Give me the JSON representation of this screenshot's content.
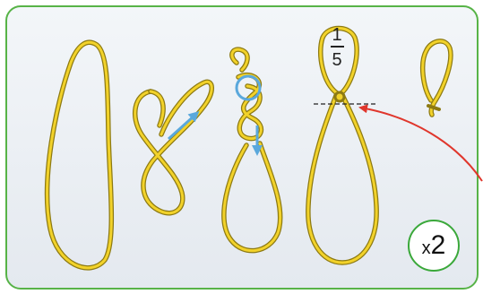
{
  "fraction": {
    "numerator": "1",
    "denominator": "5"
  },
  "multiplier": {
    "prefix": "x",
    "value": "2"
  },
  "colors": {
    "panel_fill": "#e9eef4",
    "panel_border": "#57b347",
    "cord": "#f2d22a",
    "cord_outline": "#8d7a12",
    "direction_arrow": "#5aa8dc",
    "pointer_arrow": "#e0362c",
    "badge_border": "#3aa83a"
  },
  "steps": [
    {
      "icon": "long-loop-icon"
    },
    {
      "icon": "figure-eight-turn-icon"
    },
    {
      "icon": "figure-eight-knot-icon"
    },
    {
      "icon": "tightened-loop-icon"
    },
    {
      "icon": "finished-loop-icon"
    }
  ]
}
